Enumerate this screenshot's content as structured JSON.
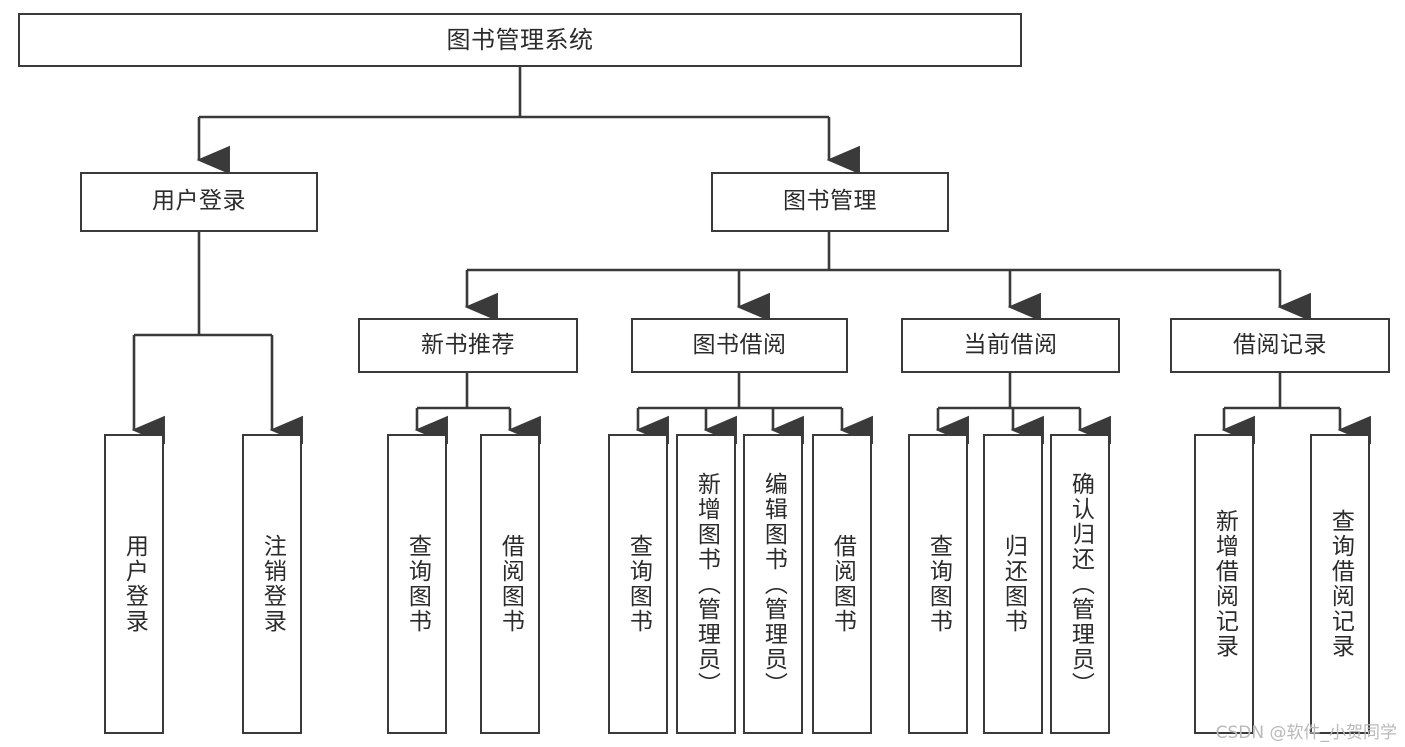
{
  "diagram": {
    "title": "图书管理系统",
    "type": "hierarchy-tree",
    "watermark": "CSDN @软件_小贺同学",
    "colors": {
      "stroke": "#3a3a3a",
      "fill": "#ffffff",
      "text": "#2b2b2b",
      "watermark": "#b9b9b9"
    },
    "levels": {
      "root": {
        "label": "图书管理系统"
      },
      "level2": [
        {
          "label": "用户登录"
        },
        {
          "label": "图书管理"
        }
      ],
      "level3": [
        {
          "label": "新书推荐"
        },
        {
          "label": "图书借阅"
        },
        {
          "label": "当前借阅"
        },
        {
          "label": "借阅记录"
        }
      ],
      "leaves": {
        "user_login": [
          {
            "label": "用户登录"
          },
          {
            "label": "注销登录"
          }
        ],
        "new_book": [
          {
            "label": "查询图书"
          },
          {
            "label": "借阅图书"
          }
        ],
        "book_borrow": [
          {
            "label": "查询图书"
          },
          {
            "label": "新增图书（管理员）"
          },
          {
            "label": "编辑图书（管理员）"
          },
          {
            "label": "借阅图书"
          }
        ],
        "current_borrow": [
          {
            "label": "查询图书"
          },
          {
            "label": "归还图书"
          },
          {
            "label": "确认归还（管理员）"
          }
        ],
        "borrow_record": [
          {
            "label": "新增借阅记录"
          },
          {
            "label": "查询借阅记录"
          }
        ]
      }
    }
  }
}
